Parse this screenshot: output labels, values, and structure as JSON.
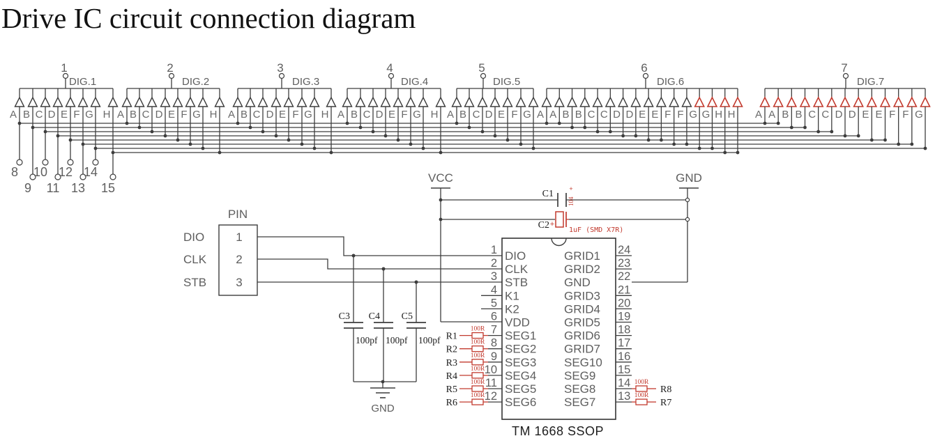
{
  "title": "Drive IC circuit connection diagram",
  "colors": {
    "wire": "#3d3d3d",
    "label": "#5e5e5e",
    "letter": "#6a6a6a",
    "red": "#c23a2e",
    "dark": "#1c1c1c"
  },
  "display_array": {
    "digits": [
      {
        "name": "DIG.1",
        "pin": "1",
        "letters": [
          "A",
          "B",
          "C",
          "D",
          "E",
          "F",
          "G",
          "H"
        ],
        "red_from": null
      },
      {
        "name": "DIG.2",
        "pin": "2",
        "letters": [
          "A",
          "B",
          "C",
          "D",
          "E",
          "F",
          "G",
          "H"
        ],
        "red_from": null
      },
      {
        "name": "DIG.3",
        "pin": "3",
        "letters": [
          "A",
          "B",
          "C",
          "D",
          "E",
          "F",
          "G",
          "H"
        ],
        "red_from": null
      },
      {
        "name": "DIG.4",
        "pin": "4",
        "letters": [
          "A",
          "B",
          "C",
          "D",
          "E",
          "F",
          "G",
          "H"
        ],
        "red_from": null
      },
      {
        "name": "DIG.5",
        "pin": "5",
        "letters": [
          "A",
          "B",
          "C",
          "D",
          "E",
          "F",
          "G"
        ],
        "red_from": null
      },
      {
        "name": "DIG.6",
        "pin": "6",
        "letters": [
          "A",
          "A",
          "B",
          "B",
          "C",
          "C",
          "D",
          "D",
          "E",
          "E",
          "F",
          "F",
          "G",
          "G",
          "H",
          "H"
        ],
        "red_from": 12
      },
      {
        "name": "DIG.7",
        "pin": "7",
        "letters": [
          "A",
          "A",
          "B",
          "B",
          "C",
          "C",
          "D",
          "D",
          "E",
          "E",
          "F",
          "F",
          "G"
        ],
        "red_from": 0
      }
    ],
    "segment_pins": [
      "8",
      "9",
      "10",
      "11",
      "12",
      "13",
      "14",
      "15"
    ]
  },
  "connector": {
    "title": "PIN",
    "rows": [
      {
        "num": "1",
        "signal": "DIO"
      },
      {
        "num": "2",
        "signal": "CLK"
      },
      {
        "num": "3",
        "signal": "STB"
      }
    ]
  },
  "power": {
    "vcc_label": "VCC",
    "gnd_label": "GND",
    "ground_symbol_label": "GND"
  },
  "capacitors": {
    "c1": {
      "ref": "C1",
      "value": "104"
    },
    "c2": {
      "ref": "C2",
      "value": "1uF (SMD X7R)",
      "polarity": "+"
    },
    "c3": {
      "ref": "C3",
      "value": "100pf"
    },
    "c4": {
      "ref": "C4",
      "value": "100pf"
    },
    "c5": {
      "ref": "C5",
      "value": "100pf"
    }
  },
  "resistors": {
    "left": [
      {
        "ref": "R1",
        "value": "100R"
      },
      {
        "ref": "R2",
        "value": "100R"
      },
      {
        "ref": "R3",
        "value": "100R"
      },
      {
        "ref": "R4",
        "value": "100R"
      },
      {
        "ref": "R5",
        "value": "100R"
      },
      {
        "ref": "R6",
        "value": "100R"
      }
    ],
    "right": [
      {
        "ref": "R8",
        "value": "100R"
      },
      {
        "ref": "R7",
        "value": "100R"
      }
    ]
  },
  "ic": {
    "name": "TM 1668 SSOP",
    "left_pins": [
      {
        "num": "1",
        "name": "DIO"
      },
      {
        "num": "2",
        "name": "CLK"
      },
      {
        "num": "3",
        "name": "STB"
      },
      {
        "num": "4",
        "name": "K1"
      },
      {
        "num": "5",
        "name": "K2"
      },
      {
        "num": "6",
        "name": "VDD"
      },
      {
        "num": "7",
        "name": "SEG1"
      },
      {
        "num": "8",
        "name": "SEG2"
      },
      {
        "num": "9",
        "name": "SEG3"
      },
      {
        "num": "10",
        "name": "SEG4"
      },
      {
        "num": "11",
        "name": "SEG5"
      },
      {
        "num": "12",
        "name": "SEG6"
      }
    ],
    "right_pins": [
      {
        "num": "24",
        "name": "GRID1"
      },
      {
        "num": "23",
        "name": "GRID2"
      },
      {
        "num": "22",
        "name": "GND"
      },
      {
        "num": "21",
        "name": "GRID3"
      },
      {
        "num": "20",
        "name": "GRID4"
      },
      {
        "num": "19",
        "name": "GRID5"
      },
      {
        "num": "18",
        "name": "GRID6"
      },
      {
        "num": "17",
        "name": "GRID7"
      },
      {
        "num": "16",
        "name": "SEG10"
      },
      {
        "num": "15",
        "name": "SEG9"
      },
      {
        "num": "14",
        "name": "SEG8"
      },
      {
        "num": "13",
        "name": "SEG7"
      }
    ]
  }
}
